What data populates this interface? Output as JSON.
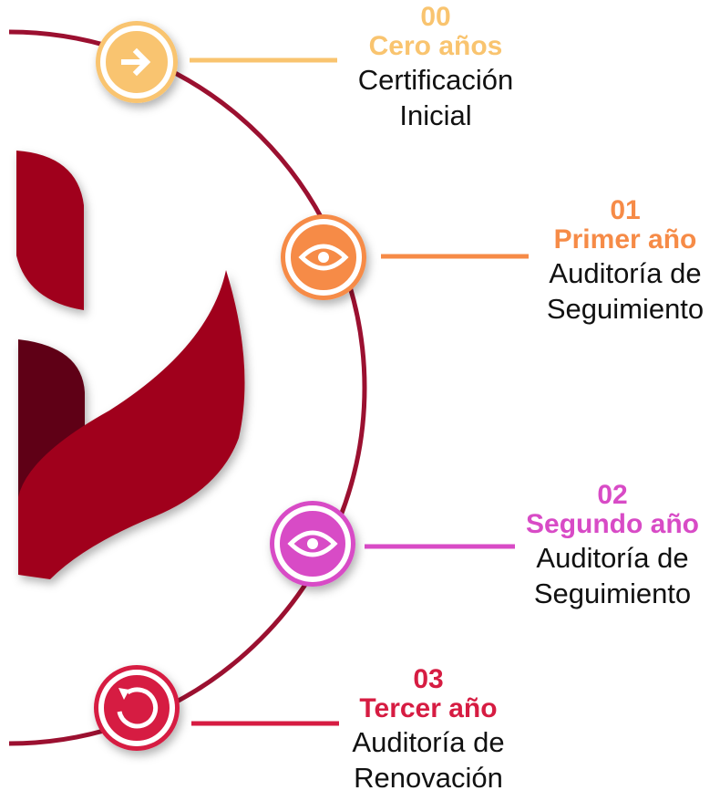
{
  "colors": {
    "arc": "#9B1030",
    "logo": "#A0001F",
    "logo_dark": "#5E0018"
  },
  "steps": [
    {
      "num": "00",
      "year": "Cero años",
      "desc1": "Certificación",
      "desc2": "Inicial",
      "color": "#F9C46F",
      "icon": "arrow-right-icon"
    },
    {
      "num": "01",
      "year": "Primer año",
      "desc1": "Auditoría de",
      "desc2": "Seguimiento",
      "color": "#F68B47",
      "icon": "eye-icon"
    },
    {
      "num": "02",
      "year": "Segundo año",
      "desc1": "Auditoría de",
      "desc2": "Seguimiento",
      "color": "#D84BC6",
      "icon": "eye-icon"
    },
    {
      "num": "03",
      "year": "Tercer año",
      "desc1": "Auditoría de",
      "desc2": "Renovación",
      "color": "#D61C42",
      "icon": "refresh-icon"
    }
  ]
}
